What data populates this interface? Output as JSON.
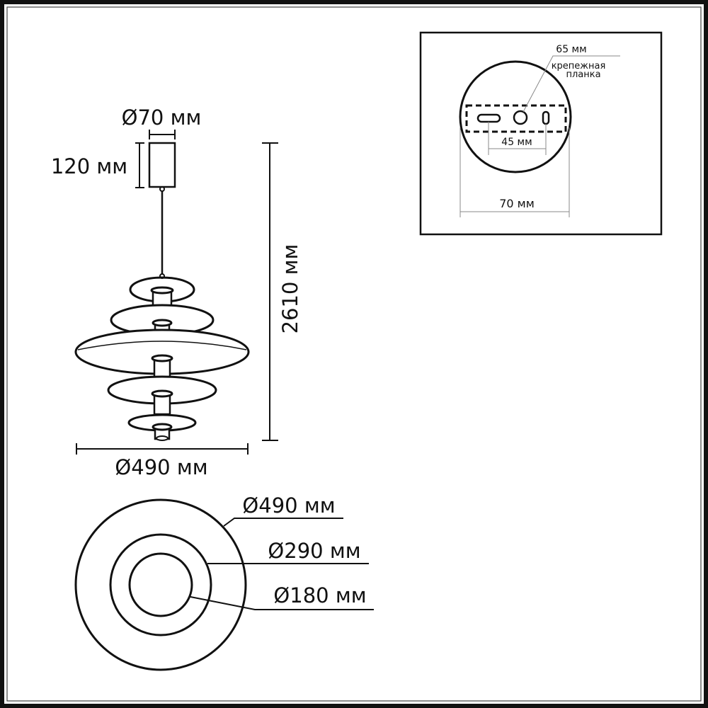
{
  "side_view": {
    "canopy_diameter_label": "Ø70 мм",
    "canopy_height_label": "120 мм",
    "total_height_label": "2610 мм",
    "width_label": "Ø490 мм"
  },
  "top_view": {
    "outer_diameter_label": "Ø490 мм",
    "middle_diameter_label": "Ø290 мм",
    "inner_diameter_label": "Ø180 мм"
  },
  "mounting_inset": {
    "bracket_length_label": "65 мм",
    "bracket_name_line1": "крепежная",
    "bracket_name_line2": "планка",
    "hole_spacing_label": "45 мм",
    "canopy_width_label": "70 мм"
  },
  "colors": {
    "line": "#111111",
    "leader": "#888888",
    "background": "#ffffff"
  }
}
